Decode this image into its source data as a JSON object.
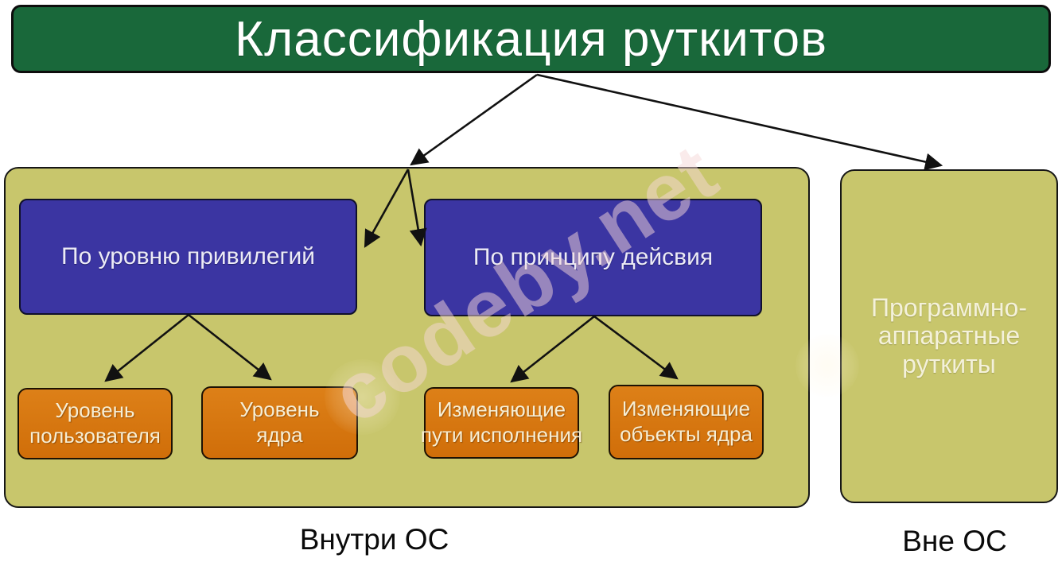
{
  "title": "Классификация руткитов",
  "watermark": "codeby.net",
  "colors": {
    "banner-green": "#19683a",
    "panel-olive": "#c8c66c",
    "category-blue": "#3b35a2",
    "leaf-orange-top": "#dd8018",
    "leaf-orange-bottom": "#d06e09",
    "arrow-black": "#111111"
  },
  "inside_os": {
    "caption": "Внутри ОС",
    "categories": {
      "privileges": {
        "label": "По уровню привилегий"
      },
      "principle": {
        "label": "По принципу дейсвия"
      }
    },
    "leaves": {
      "user_level": {
        "line1": "Уровень",
        "line2": "пользователя"
      },
      "kernel_level": {
        "line1": "Уровень",
        "line2": "ядра"
      },
      "exec_paths": {
        "line1": "Изменяющие",
        "line2": "пути исполнения"
      },
      "kernel_objects": {
        "line1": "Изменяющие",
        "line2": "объекты ядра"
      }
    }
  },
  "outside_os": {
    "caption": "Вне ОС",
    "box": {
      "line1": "Программно-",
      "line2": "аппаратные",
      "line3": "руткиты"
    }
  }
}
